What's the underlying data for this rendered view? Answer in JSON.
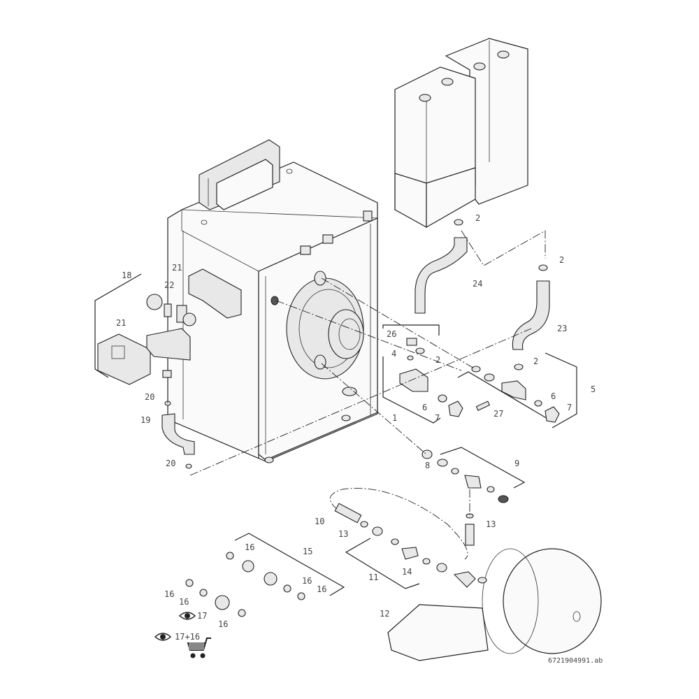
{
  "document_id": "6721904991.ab",
  "legend": {
    "eye_icon_label_1": "17",
    "eye_icon_label_2": "17+16",
    "cart_icon": "shopping-cart-icon",
    "eye_icon": "eye-icon"
  },
  "callouts": {
    "c1": "1",
    "c2a": "2",
    "c2b": "2",
    "c2c": "2",
    "c2d": "2",
    "c4": "4",
    "c5": "5",
    "c6a": "6",
    "c6b": "6",
    "c7a": "7",
    "c7b": "7",
    "c8": "8",
    "c9": "9",
    "c10": "10",
    "c11": "11",
    "c12": "12",
    "c13a": "13",
    "c13b": "13",
    "c14": "14",
    "c15": "15",
    "c16a": "16",
    "c16b": "16",
    "c16c": "16",
    "c16d": "16",
    "c16e": "16",
    "c16f": "16",
    "c18": "18",
    "c19": "19",
    "c20a": "20",
    "c20b": "20",
    "c21a": "21",
    "c21b": "21",
    "c22": "22",
    "c23": "23",
    "c24": "24",
    "c26": "26",
    "c27": "27"
  }
}
